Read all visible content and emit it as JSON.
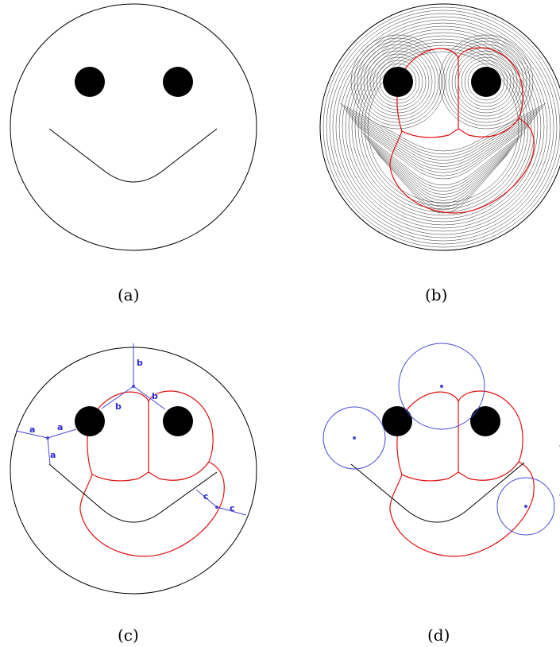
{
  "figure": {
    "panels": [
      {
        "id": "a",
        "caption": "(a)"
      },
      {
        "id": "b",
        "caption": "(b)"
      },
      {
        "id": "c",
        "caption": "(c)",
        "labels": [
          "b",
          "b",
          "b",
          "a",
          "a",
          "a",
          "c",
          "c"
        ]
      },
      {
        "id": "d",
        "caption": "(d)"
      }
    ]
  },
  "colors": {
    "outline": "#000000",
    "axis": "#e01010",
    "construct": "#4848d8",
    "eye": "#000000",
    "contour": "#333333"
  }
}
